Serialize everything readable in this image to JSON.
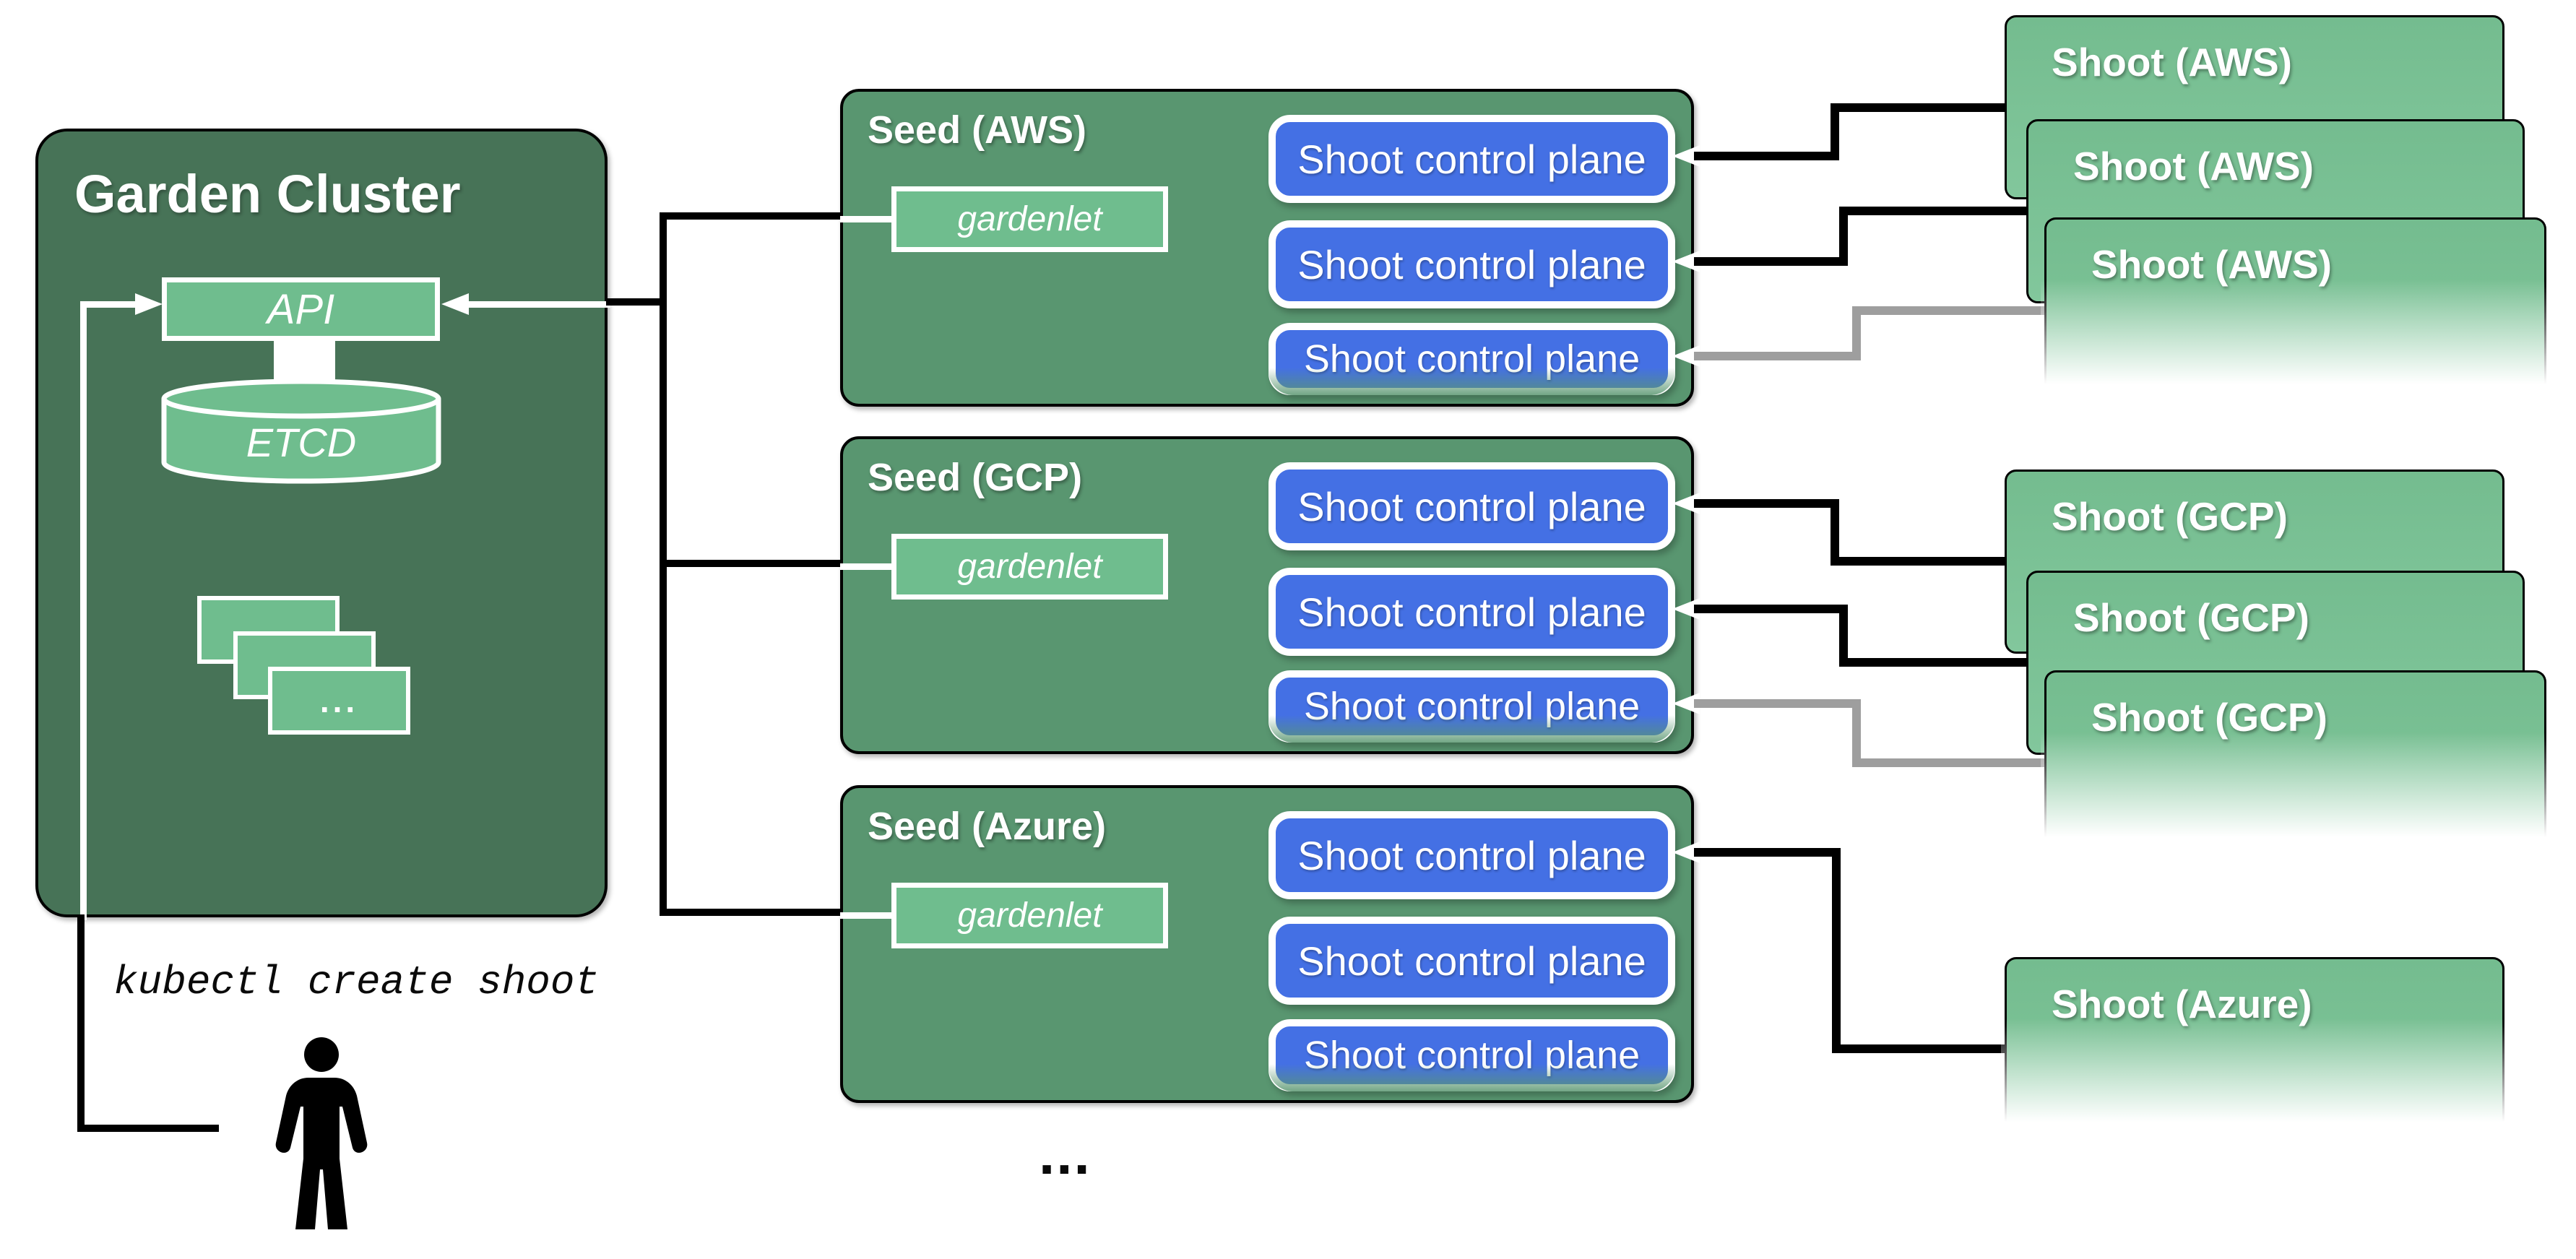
{
  "garden": {
    "title": "Garden Cluster",
    "api_label": "API",
    "etcd_label": "ETCD",
    "stack_dots": "...",
    "command": "kubectl create shoot"
  },
  "seeds": [
    {
      "label": "Seed (AWS)",
      "gardenlet_label": "gardenlet",
      "control_planes": [
        "Shoot control plane",
        "Shoot control plane",
        "Shoot control plane"
      ]
    },
    {
      "label": "Seed (GCP)",
      "gardenlet_label": "gardenlet",
      "control_planes": [
        "Shoot control plane",
        "Shoot control plane",
        "Shoot control plane"
      ]
    },
    {
      "label": "Seed (Azure)",
      "gardenlet_label": "gardenlet",
      "control_planes": [
        "Shoot control plane",
        "Shoot control plane",
        "Shoot control plane"
      ]
    }
  ],
  "shoots": {
    "aws": [
      {
        "label": "Shoot (AWS)"
      },
      {
        "label": "Shoot (AWS)"
      },
      {
        "label": "Shoot (AWS)"
      }
    ],
    "gcp": [
      {
        "label": "Shoot (GCP)"
      },
      {
        "label": "Shoot (GCP)"
      },
      {
        "label": "Shoot (GCP)"
      }
    ],
    "azure": [
      {
        "label": "Shoot (Azure)"
      }
    ]
  },
  "ellipsis_bottom": "...",
  "icons": {
    "user": "person-icon"
  },
  "colors": {
    "garden_bg": "#477357",
    "seed_bg": "#599670",
    "light_green": "#6fbd8e",
    "shoot_green": "#7abf93",
    "control_plane_blue": "#4470e4",
    "line_black": "#000000",
    "line_gray": "#9e9e9e",
    "text_white": "#ffffff"
  }
}
